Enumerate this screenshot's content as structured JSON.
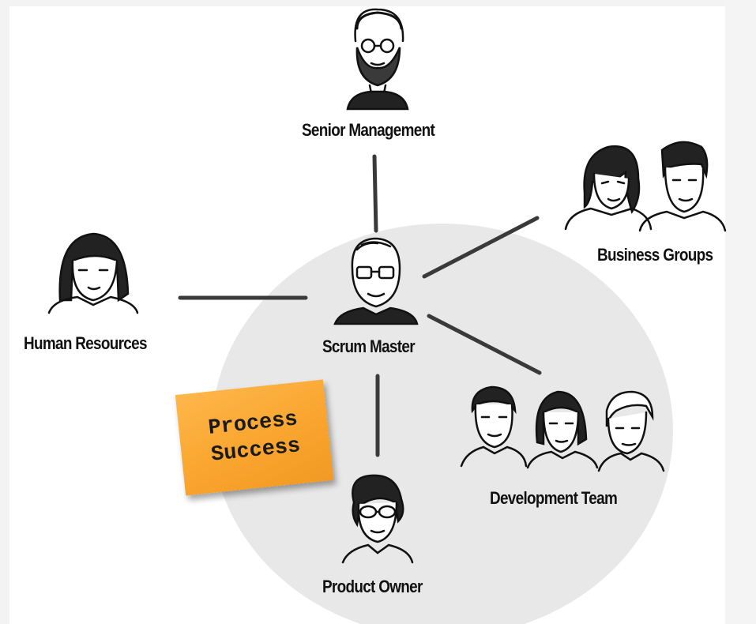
{
  "roles": {
    "senior_management": "Senior Management",
    "business_groups": "Business Groups",
    "human_resources": "Human Resources",
    "scrum_master": "Scrum Master",
    "development_team": "Development Team",
    "product_owner": "Product Owner"
  },
  "sticky_note": {
    "line1": "Process",
    "line2": "Success"
  },
  "colors": {
    "circle": "#e8e8e8",
    "connector": "#3a3a3a",
    "sticky": "#f9a52f"
  }
}
